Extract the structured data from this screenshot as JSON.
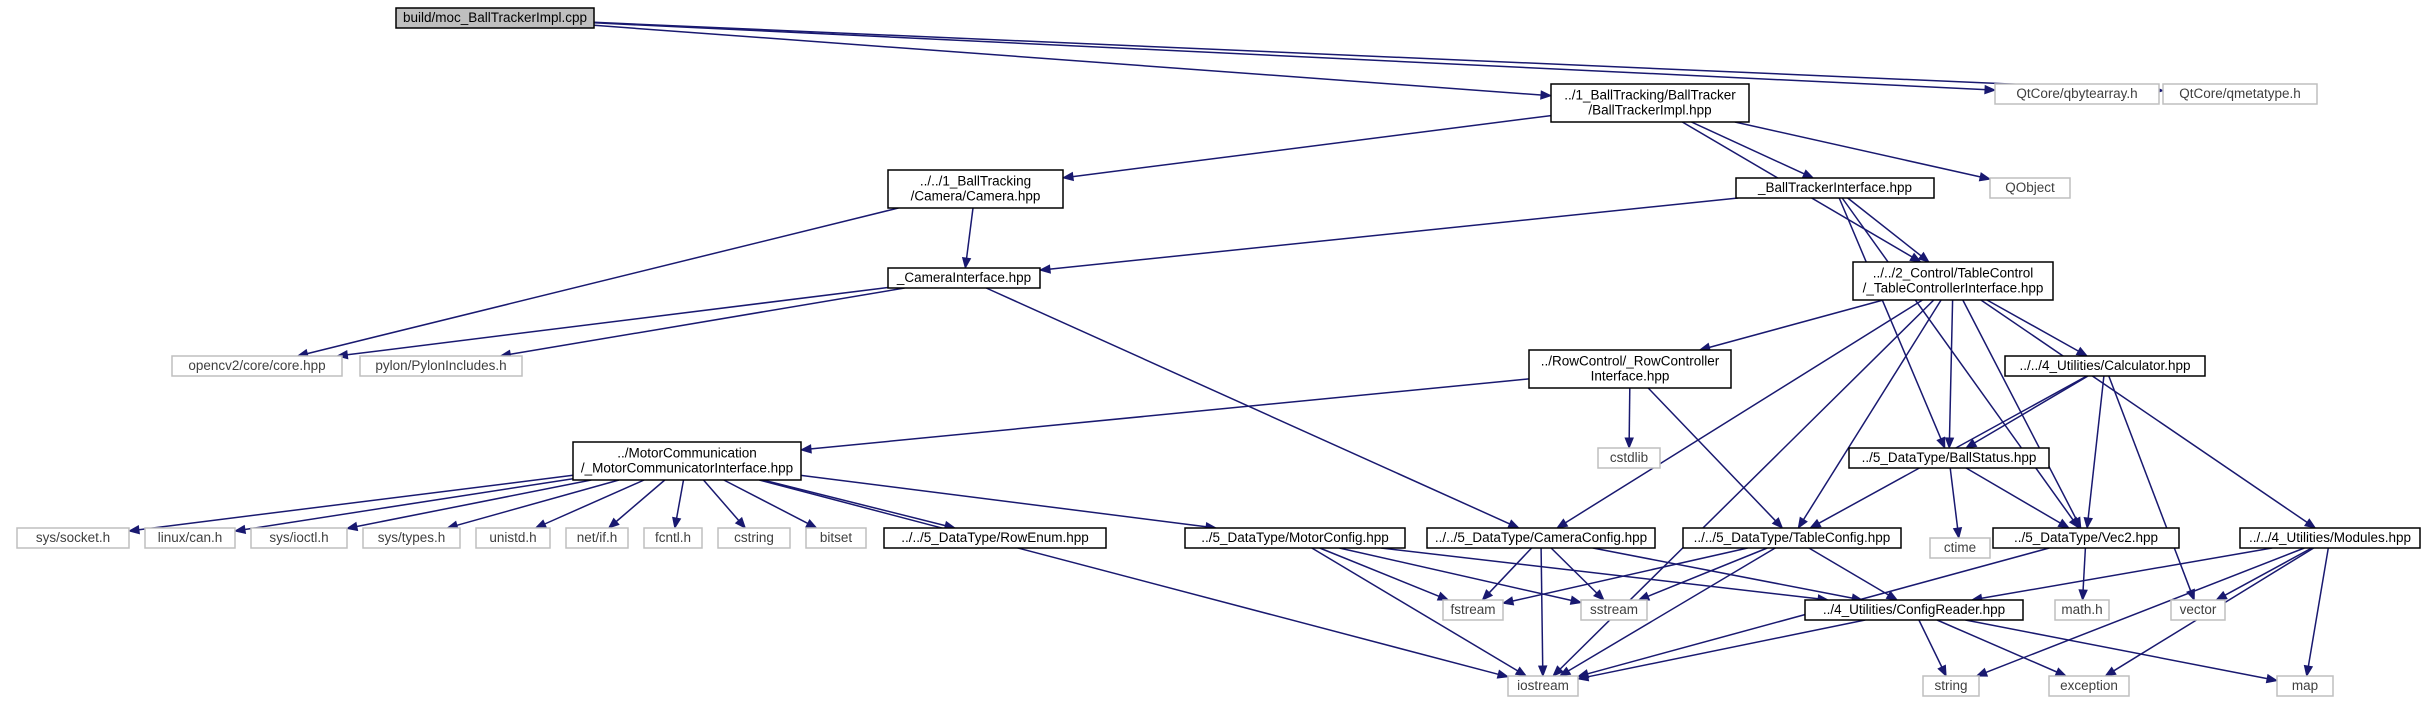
{
  "colors": {
    "root_fill": "#bfbfbf",
    "local_border": "#000000",
    "external_border": "#bfbfbf",
    "external_text": "#404040",
    "edge": "#191970"
  },
  "nodes": [
    {
      "id": "root",
      "kind": "root",
      "lines": [
        "build/moc_BallTrackerImpl.cpp"
      ]
    },
    {
      "id": "impl",
      "kind": "local",
      "lines": [
        "../1_BallTracking/BallTracker",
        "/BallTrackerImpl.hpp"
      ]
    },
    {
      "id": "qbytearray",
      "kind": "external",
      "lines": [
        "QtCore/qbytearray.h"
      ]
    },
    {
      "id": "qmetatype",
      "kind": "external",
      "lines": [
        "QtCore/qmetatype.h"
      ]
    },
    {
      "id": "camera",
      "kind": "local",
      "lines": [
        "../../1_BallTracking",
        "/Camera/Camera.hpp"
      ]
    },
    {
      "id": "bti",
      "kind": "local",
      "lines": [
        "_BallTrackerInterface.hpp"
      ]
    },
    {
      "id": "qobject",
      "kind": "external",
      "lines": [
        "QObject"
      ]
    },
    {
      "id": "tci",
      "kind": "local",
      "lines": [
        "../../2_Control/TableControl",
        "/_TableControllerInterface.hpp"
      ]
    },
    {
      "id": "cami",
      "kind": "local",
      "lines": [
        "_CameraInterface.hpp"
      ]
    },
    {
      "id": "opencv",
      "kind": "external",
      "lines": [
        "opencv2/core/core.hpp"
      ]
    },
    {
      "id": "pylon",
      "kind": "external",
      "lines": [
        "pylon/PylonIncludes.h"
      ]
    },
    {
      "id": "rowci",
      "kind": "local",
      "lines": [
        "../RowControl/_RowController",
        "Interface.hpp"
      ]
    },
    {
      "id": "calc",
      "kind": "local",
      "lines": [
        "../../4_Utilities/Calculator.hpp"
      ]
    },
    {
      "id": "cstdlib",
      "kind": "external",
      "lines": [
        "cstdlib"
      ]
    },
    {
      "id": "ballstatus",
      "kind": "local",
      "lines": [
        "../5_DataType/BallStatus.hpp"
      ]
    },
    {
      "id": "mci",
      "kind": "local",
      "lines": [
        "../MotorCommunication",
        "/_MotorCommunicatorInterface.hpp"
      ]
    },
    {
      "id": "ctime",
      "kind": "external",
      "lines": [
        "ctime"
      ]
    },
    {
      "id": "socket",
      "kind": "external",
      "lines": [
        "sys/socket.h"
      ]
    },
    {
      "id": "can",
      "kind": "external",
      "lines": [
        "linux/can.h"
      ]
    },
    {
      "id": "ioctl",
      "kind": "external",
      "lines": [
        "sys/ioctl.h"
      ]
    },
    {
      "id": "types",
      "kind": "external",
      "lines": [
        "sys/types.h"
      ]
    },
    {
      "id": "unistd",
      "kind": "external",
      "lines": [
        "unistd.h"
      ]
    },
    {
      "id": "netif",
      "kind": "external",
      "lines": [
        "net/if.h"
      ]
    },
    {
      "id": "fcntl",
      "kind": "external",
      "lines": [
        "fcntl.h"
      ]
    },
    {
      "id": "cstring",
      "kind": "external",
      "lines": [
        "cstring"
      ]
    },
    {
      "id": "bitset",
      "kind": "external",
      "lines": [
        "bitset"
      ]
    },
    {
      "id": "rowenum",
      "kind": "local",
      "lines": [
        "../../5_DataType/RowEnum.hpp"
      ]
    },
    {
      "id": "motorcfg",
      "kind": "local",
      "lines": [
        "../5_DataType/MotorConfig.hpp"
      ]
    },
    {
      "id": "camcfg",
      "kind": "local",
      "lines": [
        "../../5_DataType/CameraConfig.hpp"
      ]
    },
    {
      "id": "tablecfg",
      "kind": "local",
      "lines": [
        "../../5_DataType/TableConfig.hpp"
      ]
    },
    {
      "id": "vec2",
      "kind": "local",
      "lines": [
        "../5_DataType/Vec2.hpp"
      ]
    },
    {
      "id": "modules",
      "kind": "local",
      "lines": [
        "../../4_Utilities/Modules.hpp"
      ]
    },
    {
      "id": "mathh",
      "kind": "external",
      "lines": [
        "math.h"
      ]
    },
    {
      "id": "vector",
      "kind": "external",
      "lines": [
        "vector"
      ]
    },
    {
      "id": "fstream",
      "kind": "external",
      "lines": [
        "fstream"
      ]
    },
    {
      "id": "sstream",
      "kind": "external",
      "lines": [
        "sstream"
      ]
    },
    {
      "id": "cfgreader",
      "kind": "local",
      "lines": [
        "../4_Utilities/ConfigReader.hpp"
      ]
    },
    {
      "id": "iostream",
      "kind": "external",
      "lines": [
        "iostream"
      ]
    },
    {
      "id": "string",
      "kind": "external",
      "lines": [
        "string"
      ]
    },
    {
      "id": "exception",
      "kind": "external",
      "lines": [
        "exception"
      ]
    },
    {
      "id": "map",
      "kind": "external",
      "lines": [
        "map"
      ]
    }
  ],
  "edges": [
    [
      "root",
      "impl"
    ],
    [
      "root",
      "qbytearray"
    ],
    [
      "root",
      "qmetatype"
    ],
    [
      "impl",
      "camera"
    ],
    [
      "impl",
      "bti"
    ],
    [
      "impl",
      "tci"
    ],
    [
      "impl",
      "qobject"
    ],
    [
      "camera",
      "cami"
    ],
    [
      "camera",
      "opencv"
    ],
    [
      "bti",
      "cami"
    ],
    [
      "bti",
      "tci"
    ],
    [
      "bti",
      "ballstatus"
    ],
    [
      "bti",
      "vec2"
    ],
    [
      "cami",
      "opencv"
    ],
    [
      "cami",
      "pylon"
    ],
    [
      "cami",
      "camcfg"
    ],
    [
      "tci",
      "rowci"
    ],
    [
      "tci",
      "calc"
    ],
    [
      "tci",
      "ballstatus"
    ],
    [
      "tci",
      "vec2"
    ],
    [
      "tci",
      "modules"
    ],
    [
      "tci",
      "camcfg"
    ],
    [
      "tci",
      "tablecfg"
    ],
    [
      "tci",
      "iostream"
    ],
    [
      "rowci",
      "mci"
    ],
    [
      "rowci",
      "cstdlib"
    ],
    [
      "rowci",
      "tablecfg"
    ],
    [
      "calc",
      "ballstatus"
    ],
    [
      "calc",
      "vec2"
    ],
    [
      "calc",
      "tablecfg"
    ],
    [
      "calc",
      "vector"
    ],
    [
      "ballstatus",
      "ctime"
    ],
    [
      "ballstatus",
      "vec2"
    ],
    [
      "mci",
      "socket"
    ],
    [
      "mci",
      "can"
    ],
    [
      "mci",
      "ioctl"
    ],
    [
      "mci",
      "types"
    ],
    [
      "mci",
      "unistd"
    ],
    [
      "mci",
      "netif"
    ],
    [
      "mci",
      "fcntl"
    ],
    [
      "mci",
      "cstring"
    ],
    [
      "mci",
      "bitset"
    ],
    [
      "mci",
      "rowenum"
    ],
    [
      "mci",
      "motorcfg"
    ],
    [
      "mci",
      "iostream"
    ],
    [
      "motorcfg",
      "fstream"
    ],
    [
      "motorcfg",
      "sstream"
    ],
    [
      "motorcfg",
      "iostream"
    ],
    [
      "motorcfg",
      "cfgreader"
    ],
    [
      "camcfg",
      "fstream"
    ],
    [
      "camcfg",
      "sstream"
    ],
    [
      "camcfg",
      "iostream"
    ],
    [
      "camcfg",
      "cfgreader"
    ],
    [
      "tablecfg",
      "fstream"
    ],
    [
      "tablecfg",
      "sstream"
    ],
    [
      "tablecfg",
      "iostream"
    ],
    [
      "tablecfg",
      "cfgreader"
    ],
    [
      "vec2",
      "mathh"
    ],
    [
      "vec2",
      "iostream"
    ],
    [
      "modules",
      "cfgreader"
    ],
    [
      "modules",
      "vector"
    ],
    [
      "modules",
      "string"
    ],
    [
      "modules",
      "exception"
    ],
    [
      "modules",
      "map"
    ],
    [
      "cfgreader",
      "iostream"
    ],
    [
      "cfgreader",
      "string"
    ],
    [
      "cfgreader",
      "exception"
    ],
    [
      "cfgreader",
      "map"
    ]
  ]
}
